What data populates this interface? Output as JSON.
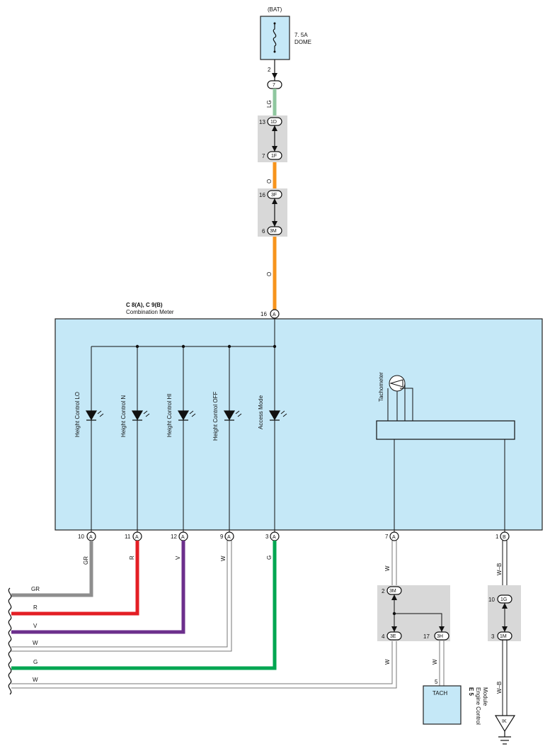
{
  "power": {
    "source": "(BAT)",
    "fuse_amp": "7. 5A",
    "fuse_name": "DOME"
  },
  "colors": {
    "LG": "#8fc79f",
    "O": "#f7941d",
    "GR": "#8e8e8e",
    "R": "#e31e24",
    "V": "#6c2f8c",
    "G": "#00a651",
    "W": "#ffffff",
    "panel": "#c5e8f7",
    "gray": "#d8d8d8"
  },
  "top_chain": [
    {
      "pin": "2",
      "connector": "7"
    },
    {
      "pin": "13",
      "connector": "1D"
    },
    {
      "pin": "7",
      "connector": "1F"
    },
    {
      "pin": "16",
      "connector": "3F"
    },
    {
      "pin": "6",
      "connector": "3M"
    }
  ],
  "top_wires": [
    "LG",
    "O",
    "O"
  ],
  "meter": {
    "title": "C 8(A), C 9(B)",
    "name": "Combination Meter",
    "input": {
      "pin": "16",
      "connector": "A"
    },
    "indicators": [
      "Height Control LO",
      "Height Control N",
      "Height Control HI",
      "Height Control OFF",
      "Access Mode"
    ],
    "tachometer": "Tachometer",
    "bottom_pins": [
      {
        "pin": "10",
        "connector": "A",
        "wire": "GR"
      },
      {
        "pin": "11",
        "connector": "A",
        "wire": "R"
      },
      {
        "pin": "12",
        "connector": "A",
        "wire": "V"
      },
      {
        "pin": "9",
        "connector": "A",
        "wire": "W"
      },
      {
        "pin": "3",
        "connector": "A",
        "wire": "G"
      },
      {
        "pin": "7",
        "connector": "A",
        "wire": "W"
      },
      {
        "pin": "1",
        "connector": "B",
        "wire": "W–B"
      }
    ]
  },
  "left_wires": [
    "GR",
    "R",
    "V",
    "W",
    "G",
    "W"
  ],
  "junction_tach": {
    "in": {
      "pin": "2",
      "connector": "3M"
    },
    "out_left": {
      "pin": "4",
      "connector": "3E"
    },
    "out_right": {
      "pin": "17",
      "connector": "3H"
    },
    "wire_w": "W"
  },
  "ecm": {
    "pin": "5",
    "label": "TACH",
    "id": "E 5",
    "name1": "Engine Control",
    "name2": "Module"
  },
  "junction_ground": {
    "in": {
      "pin": "10",
      "connector": "1G"
    },
    "out": {
      "pin": "3",
      "connector": "1M"
    },
    "wire": "W–B",
    "ground": "IK"
  }
}
